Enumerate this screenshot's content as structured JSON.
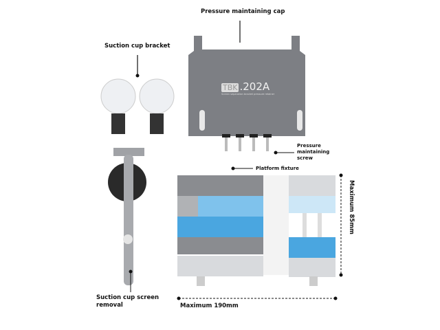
{
  "labels": {
    "cap": "Pressure maintaining cap",
    "bracket": "Suction cup bracket",
    "screw_line1": "Pressure",
    "screw_line2": "maintaining",
    "screw_line3": "screw",
    "fixture": "Platform fixture",
    "height": "Maximum 85mm",
    "removal_line1": "Suction cup screen",
    "removal_line2": "removal",
    "width": "Maximum 190mm"
  },
  "cap": {
    "logo": "TBK",
    "model": ".202A",
    "subtitle": "Screen separation bracket pressure retainer"
  },
  "colors": {
    "cap": "#7d7f84",
    "blue": "#4aa6e0",
    "metal": "#9a9ca0"
  }
}
